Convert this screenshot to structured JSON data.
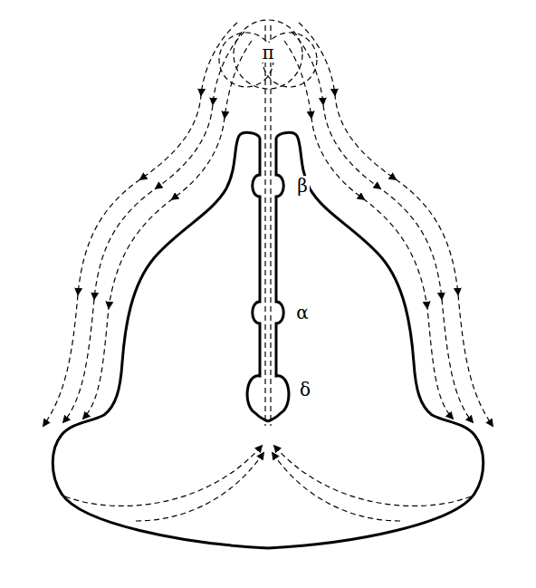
{
  "diagram": {
    "labels": [
      "π",
      "β",
      "α",
      "δ"
    ]
  }
}
